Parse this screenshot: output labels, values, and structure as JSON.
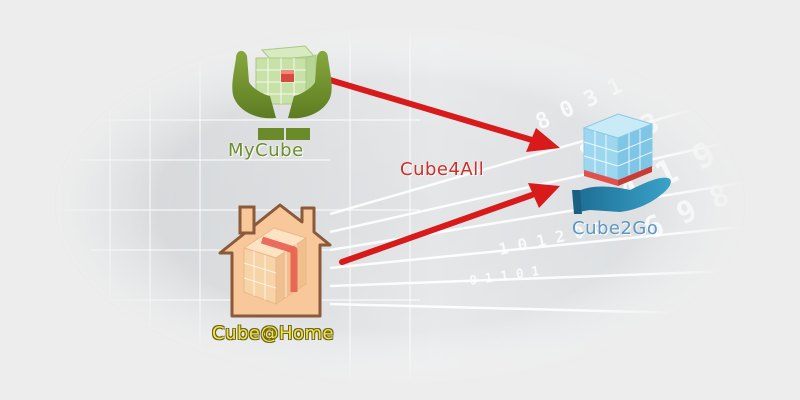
{
  "diagram": {
    "nodes": {
      "mycube": {
        "label": "MyCube",
        "icon": "hands-holding-cube-icon"
      },
      "cube_home": {
        "label": "Cube@Home",
        "icon": "house-with-cube-icon"
      },
      "cube2go": {
        "label": "Cube2Go",
        "icon": "hand-holding-cube-icon"
      }
    },
    "connector_label": "Cube4All",
    "edges": [
      {
        "from": "MyCube",
        "to": "Cube2Go"
      },
      {
        "from": "Cube@Home",
        "to": "Cube2Go"
      }
    ],
    "colors": {
      "arrow": "#d81a1a",
      "mycube_label": "#6d8c2a",
      "connector_label": "#cc2f2a",
      "cube_home_label": "#f2e63a",
      "cube2go_label": "#5a97c4"
    }
  }
}
